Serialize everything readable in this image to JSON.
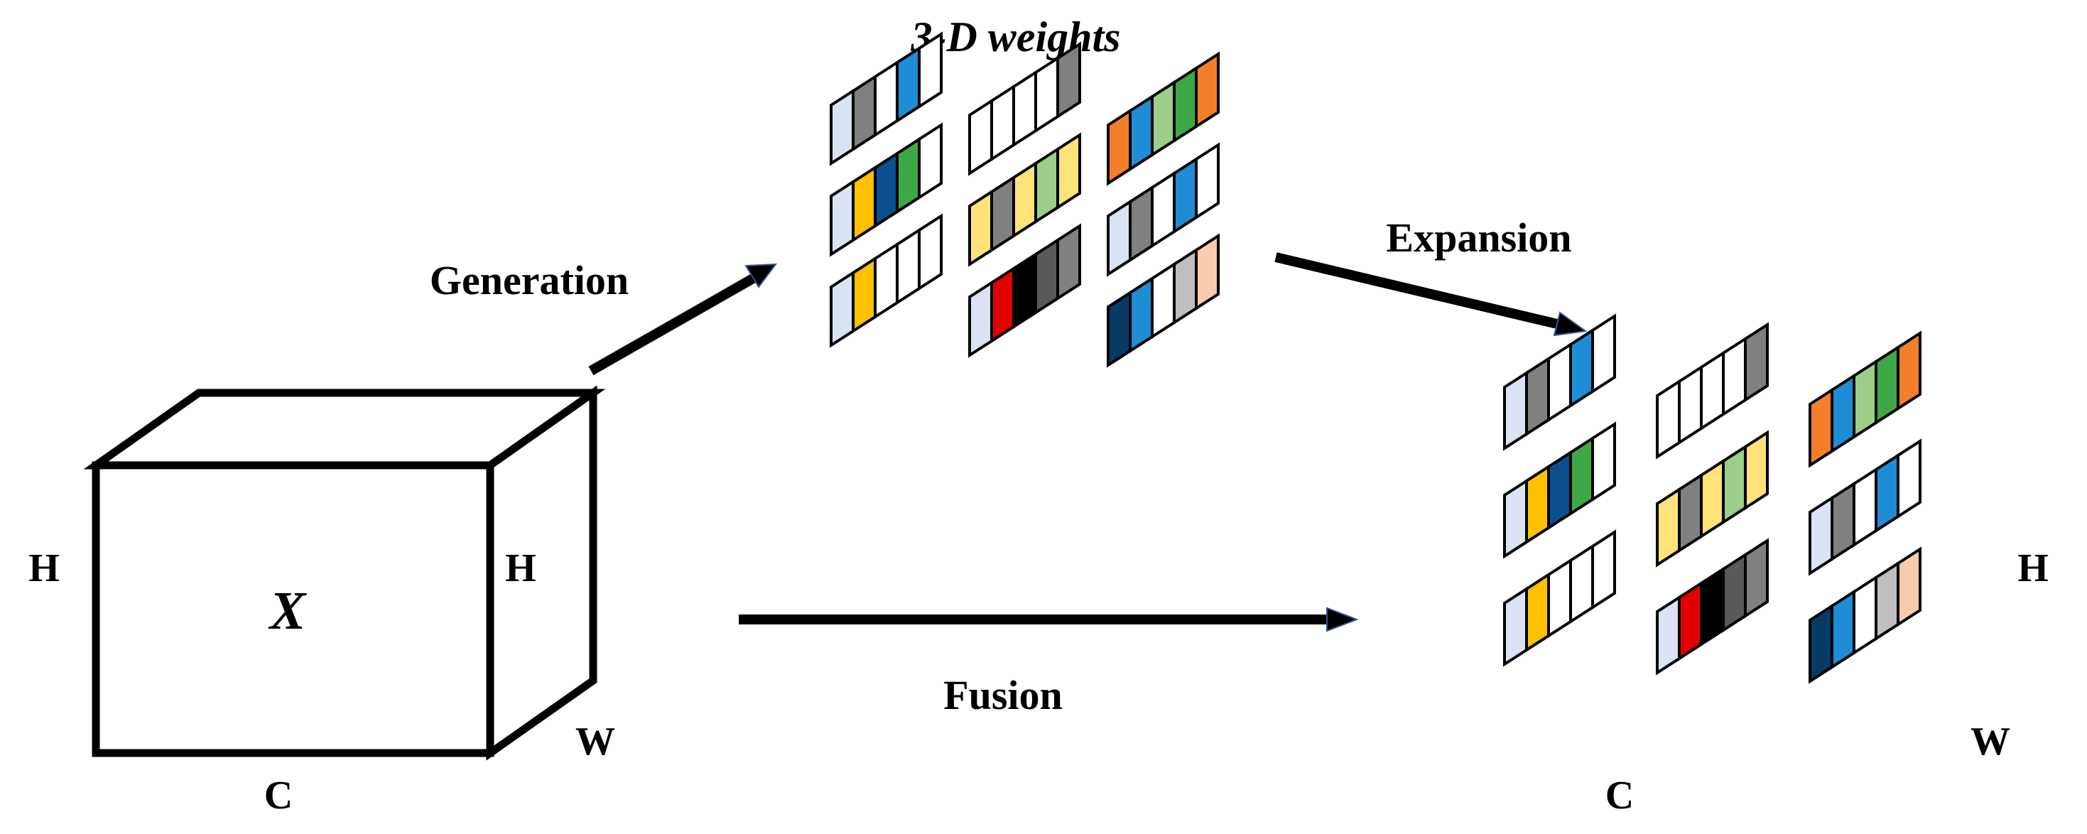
{
  "labels": {
    "title": "3-D weights",
    "generation": "Generation",
    "expansion": "Expansion",
    "fusion": "Fusion",
    "cube_symbol": "X",
    "left_h": "H",
    "cube_right_h": "H",
    "cube_c": "C",
    "cube_w": "W",
    "right_h": "H",
    "right_c": "C",
    "right_w": "W"
  },
  "colors": {
    "light_blue": "#dae3f3",
    "gray": "#808080",
    "white": "#ffffff",
    "sky_blue": "#1f8dd6",
    "gold": "#ffc000",
    "navy": "#0b4f8f",
    "green": "#3ea846",
    "orange": "#f47f2a",
    "light_green": "#9ccf8a",
    "light_yellow": "#ffe27a",
    "red": "#e00000",
    "black": "#000000",
    "dark_gray": "#595959",
    "dark_navy": "#083a66",
    "silver": "#bfbfbf",
    "peach": "#f8cbad",
    "arrow_edge": "#2f5597"
  },
  "weight_groups": [
    [
      "light_blue",
      "gray",
      "white",
      "sky_blue",
      "white"
    ],
    [
      "white",
      "white",
      "white",
      "white",
      "gray"
    ],
    [
      "orange",
      "sky_blue",
      "light_green",
      "green",
      "orange"
    ],
    [
      "light_blue",
      "gold",
      "navy",
      "green",
      "white"
    ],
    [
      "light_yellow",
      "gray",
      "light_yellow",
      "light_green",
      "light_yellow"
    ],
    [
      "light_blue",
      "gray",
      "white",
      "sky_blue",
      "white"
    ],
    [
      "light_blue",
      "gold",
      "white",
      "white",
      "white"
    ],
    [
      "light_blue",
      "red",
      "black",
      "dark_gray",
      "gray"
    ],
    [
      "dark_navy",
      "sky_blue",
      "white",
      "silver",
      "peach"
    ]
  ]
}
